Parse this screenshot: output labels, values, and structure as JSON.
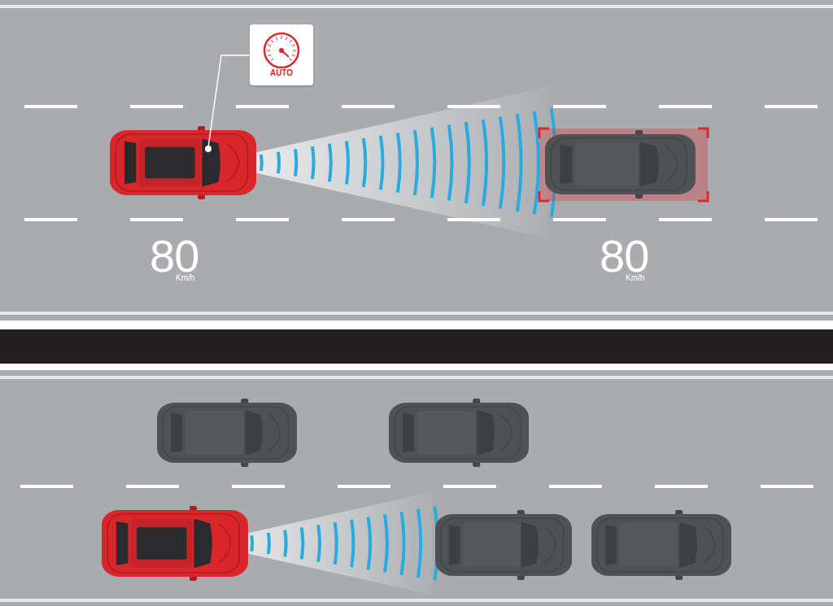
{
  "diagram": {
    "nodes": [
      {
        "text": [
          "AUTO"
        ]
      }
    ],
    "labels": [
      "80",
      "Km/h",
      "80",
      "Km/h"
    ]
  }
}
